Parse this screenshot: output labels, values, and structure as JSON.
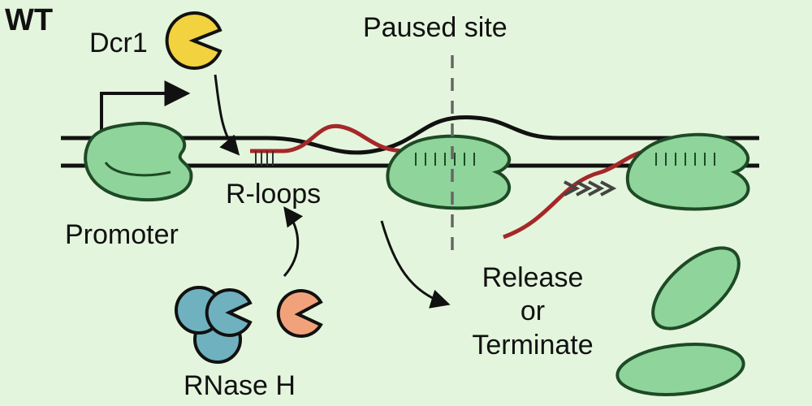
{
  "labels": {
    "panel": "WT",
    "dcr1": "Dcr1",
    "paused_site": "Paused site",
    "r_loops": "R-loops",
    "promoter": "Promoter",
    "release_line1": "Release",
    "release_line2": "or",
    "release_line3": "Terminate",
    "rnase_h": "RNase H"
  },
  "colors": {
    "background": "#e4f5dd",
    "polymerase_fill": "#8fd49a",
    "polymerase_stroke": "#1d4a25",
    "dna_strand": "#111111",
    "rna": "#a52828",
    "dcr1": "#f2d23e",
    "rnase_h_teal": "#6fb1bf",
    "rnase_h_orange": "#f2a27a"
  },
  "icons": [
    "dcr1-pacman-icon",
    "rnase-h-complex-icon",
    "rnase-h-pacman-icon",
    "promoter-arrow-icon",
    "chevron-arrows-icon"
  ]
}
